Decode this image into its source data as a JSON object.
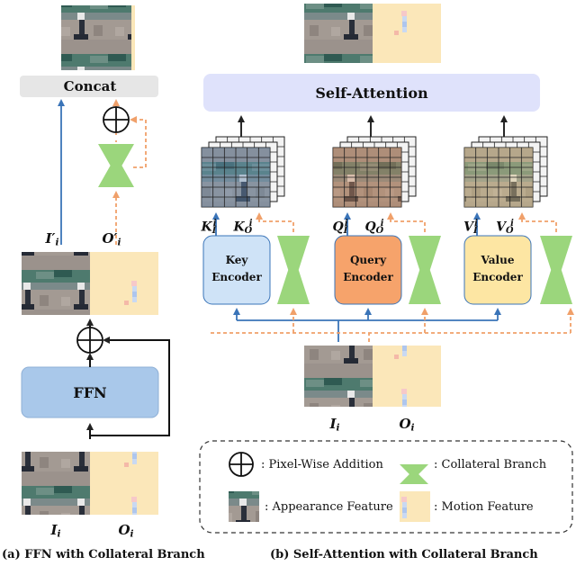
{
  "left_panel": {
    "concat_label": "Concat",
    "ffn_label": "FFN",
    "I_prime": "I′",
    "I_prime_sub": "i",
    "O_prime": "O′",
    "O_prime_sub": "i",
    "I_in": "I",
    "I_in_sub": "i",
    "O_in": "O",
    "O_in_sub": "i",
    "caption": "(a) FFN with Collateral Branch"
  },
  "right_panel": {
    "self_attention_label": "Self-Attention",
    "key_encoder_label_line1": "Key",
    "key_encoder_label_line2": "Encoder",
    "query_encoder_label_line1": "Query",
    "query_encoder_label_line2": "Encoder",
    "value_encoder_label_line1": "Value",
    "value_encoder_label_line2": "Encoder",
    "K_I": "K",
    "K_I_sub": "I",
    "K_I_sup": "i",
    "K_O": "K",
    "K_O_sub": "O",
    "K_O_sup": "i",
    "Q_I": "Q",
    "Q_I_sub": "I",
    "Q_I_sup": "i",
    "Q_O": "Q",
    "Q_O_sub": "O",
    "Q_O_sup": "i",
    "V_I": "V",
    "V_I_sub": "I",
    "V_I_sup": "i",
    "V_O": "V",
    "V_O_sub": "O",
    "V_O_sup": "i",
    "I_in": "I",
    "I_in_sub": "i",
    "O_in": "O",
    "O_in_sub": "i",
    "caption": "(b) Self-Attention with Collateral Branch"
  },
  "legend": {
    "pixel_addition": ": Pixel-Wise Addition",
    "collateral_branch": ": Collateral Branch",
    "appearance_feature": ": Appearance Feature",
    "motion_feature": ": Motion Feature"
  },
  "colors": {
    "blue_arrow": "#3a74b8",
    "orange_dashed": "#f0a06a",
    "green_branch": "#9bd67c",
    "ffn_fill": "#a9c8ea",
    "self_attention_fill": "#dfe2fb",
    "concat_fill": "#e6e6e6",
    "key_encoder_fill": "#cfe3f7",
    "query_encoder_fill": "#f6a36b",
    "value_encoder_fill": "#fde6a3",
    "motion_bg": "#fbe7b9"
  }
}
